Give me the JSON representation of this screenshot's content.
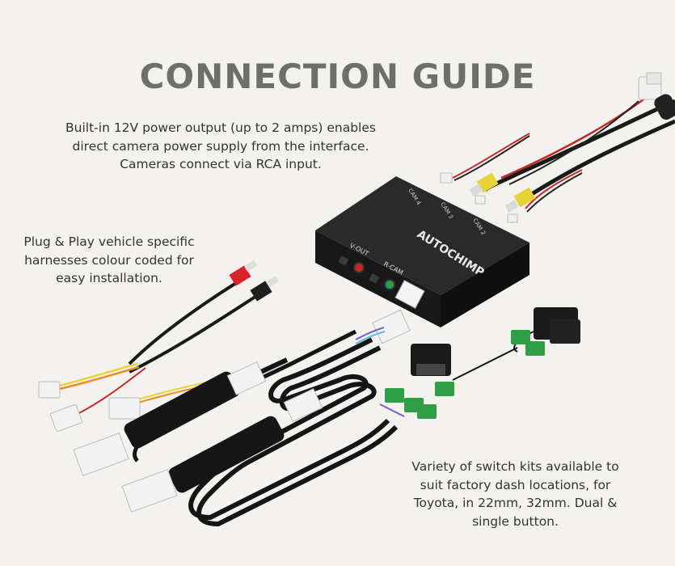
{
  "title": "CONNECTION GUIDE",
  "notes": {
    "power": "Built-in 12V power output (up to 2 amps) enables direct camera power supply from the interface. Cameras connect via RCA input.",
    "harness": "Plug & Play vehicle specific harnesses colour coded for easy installation.",
    "switch": "Variety of switch kits available to suit factory dash locations, for Toyota, in 22mm, 32mm. Dual & single button."
  },
  "device": {
    "brand": "AUTOCHIMP",
    "ports": [
      "CAM 4",
      "CAM 3",
      "CAM 2"
    ],
    "front_labels": [
      "V-OUT",
      "R-CAM"
    ]
  },
  "colors": {
    "background": "#f4f2ee",
    "title": "#6e6e6a",
    "device_body": "#1f1f1f",
    "rca_yellow": "#e8d23a",
    "rca_red": "#d8232a",
    "connector_green": "#2f9e44",
    "wire_red": "#d22a2a"
  }
}
